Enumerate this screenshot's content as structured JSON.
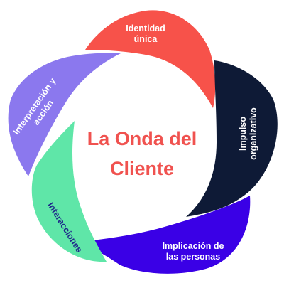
{
  "center": {
    "line1": "La Onda del",
    "line2": "Cliente",
    "color": "#f0524f"
  },
  "petals": [
    {
      "lines": [
        "Identidad",
        "única"
      ],
      "color": "#f7524a",
      "text_color": "#ffffff"
    },
    {
      "lines": [
        "Impulso",
        "organizativo"
      ],
      "color": "#0e1a36",
      "text_color": "#ffffff"
    },
    {
      "lines": [
        "Implicación de",
        "las personas"
      ],
      "color": "#3a00e6",
      "text_color": "#ffffff"
    },
    {
      "lines": [
        "Interacciones"
      ],
      "color": "#5fe6a8",
      "text_color": "#1f2a8a"
    },
    {
      "lines": [
        "Interpretación y",
        "acción"
      ],
      "color": "#8b78ee",
      "text_color": "#ffffff"
    }
  ]
}
